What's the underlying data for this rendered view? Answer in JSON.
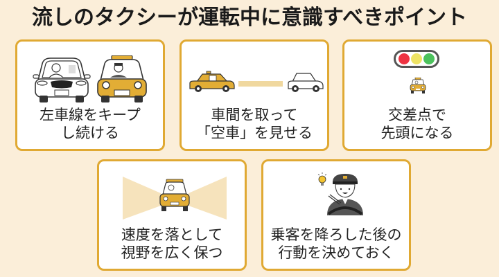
{
  "title": "流しのタクシーが運転中に意識すべきポイント",
  "colors": {
    "background": "#fbeed9",
    "card_border": "#e0a933",
    "card_fill": "#ffffff",
    "taxi_yellow": "#e2ad35",
    "signal_red": "#ee3342",
    "signal_yellow": "#eee364",
    "signal_green": "#4cc25d"
  },
  "cards": [
    {
      "label": "左車線をキープ\nし続ける",
      "icon": "two-cars-front-icon"
    },
    {
      "label": "車間を取って\n「空車」を見せる",
      "icon": "taxi-following-car-icon"
    },
    {
      "label": "交差点で\n先頭になる",
      "icon": "traffic-signal-taxi-icon"
    },
    {
      "label": "速度を落として\n視野を広く保つ",
      "icon": "taxi-wide-view-icon"
    },
    {
      "label": "乗客を降ろした後の\n行動を決めておく",
      "icon": "driver-idea-icon"
    }
  ]
}
